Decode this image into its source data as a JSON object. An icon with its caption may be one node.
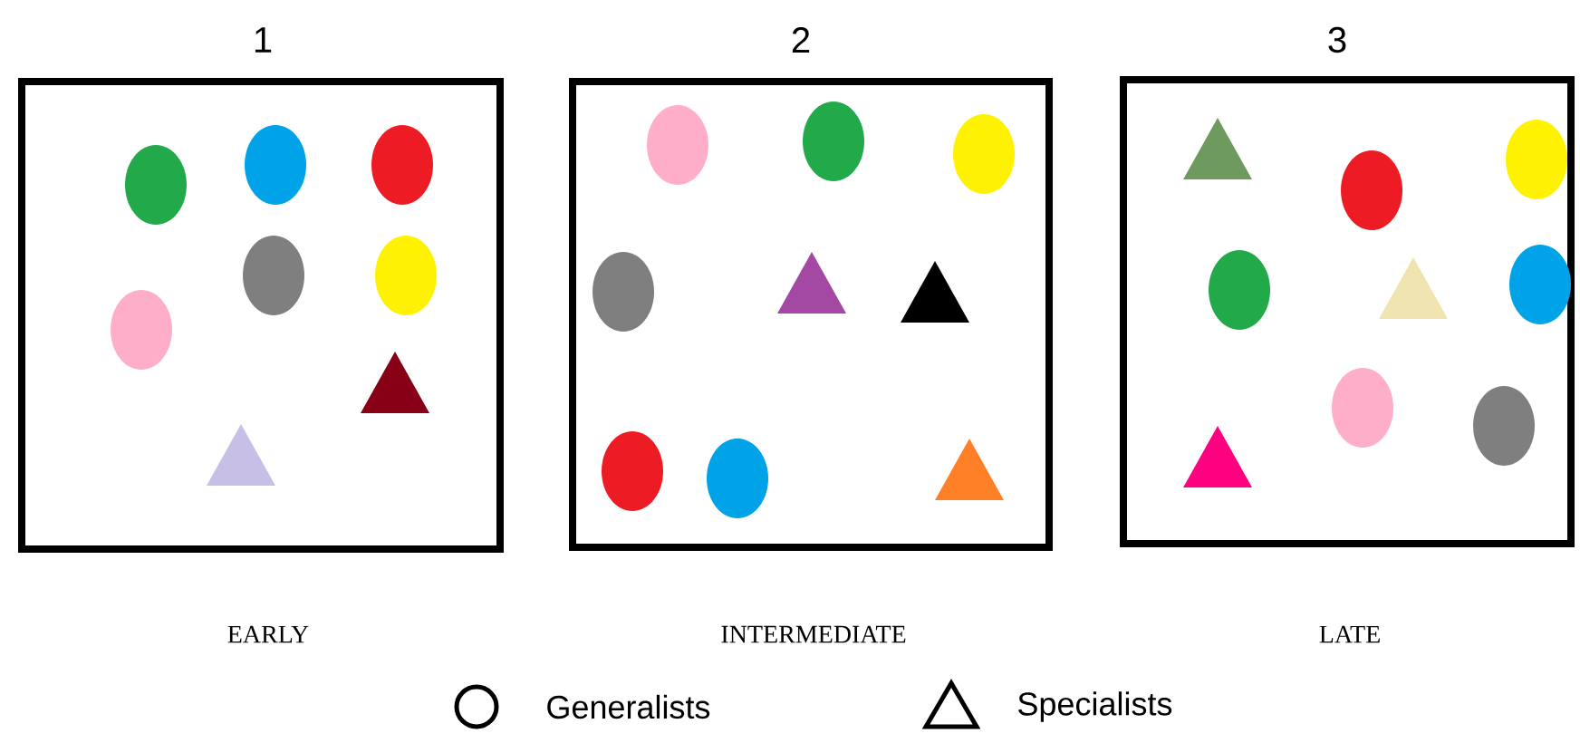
{
  "diagram": {
    "nodes": [
      {
        "text": [
          "1"
        ],
        "beside": [
          "EARLY"
        ]
      },
      {
        "text": [
          "2"
        ],
        "beside": [
          "INTERMEDIATE"
        ]
      },
      {
        "text": [
          "3"
        ],
        "beside": [
          "LATE"
        ]
      }
    ],
    "legend": [
      {
        "text": "Generalists"
      },
      {
        "text": "Specialists"
      }
    ]
  }
}
